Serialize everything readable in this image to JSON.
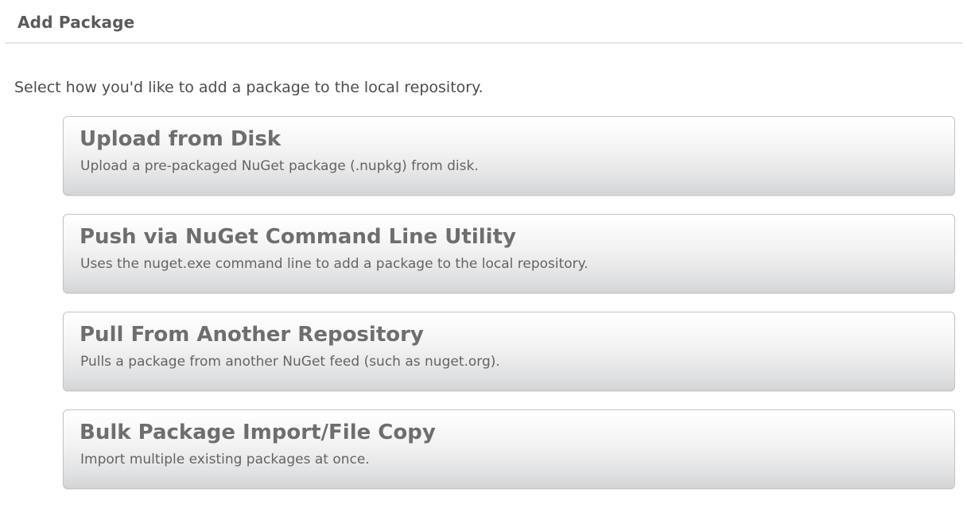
{
  "header": {
    "title": "Add Package"
  },
  "intro": {
    "text": "Select how you'd like to add a package to the local repository."
  },
  "options": [
    {
      "title": "Upload from Disk",
      "description": "Upload a pre-packaged NuGet package (.nupkg) from disk."
    },
    {
      "title": "Push via NuGet Command Line Utility",
      "description": "Uses the nuget.exe command line to add a package to the local repository."
    },
    {
      "title": "Pull From Another Repository",
      "description": "Pulls a package from another NuGet feed (such as nuget.org)."
    },
    {
      "title": "Bulk Package Import/File Copy",
      "description": "Import multiple existing packages at once."
    }
  ],
  "colors": {
    "title_text": "#5a5a5a",
    "intro_text": "#4c4c4c",
    "card_title_text": "#6e6e6e",
    "card_desc_text": "#646464",
    "card_border": "#c4c4c4",
    "rule": "#e5e5e5",
    "page_background": "#ffffff"
  }
}
